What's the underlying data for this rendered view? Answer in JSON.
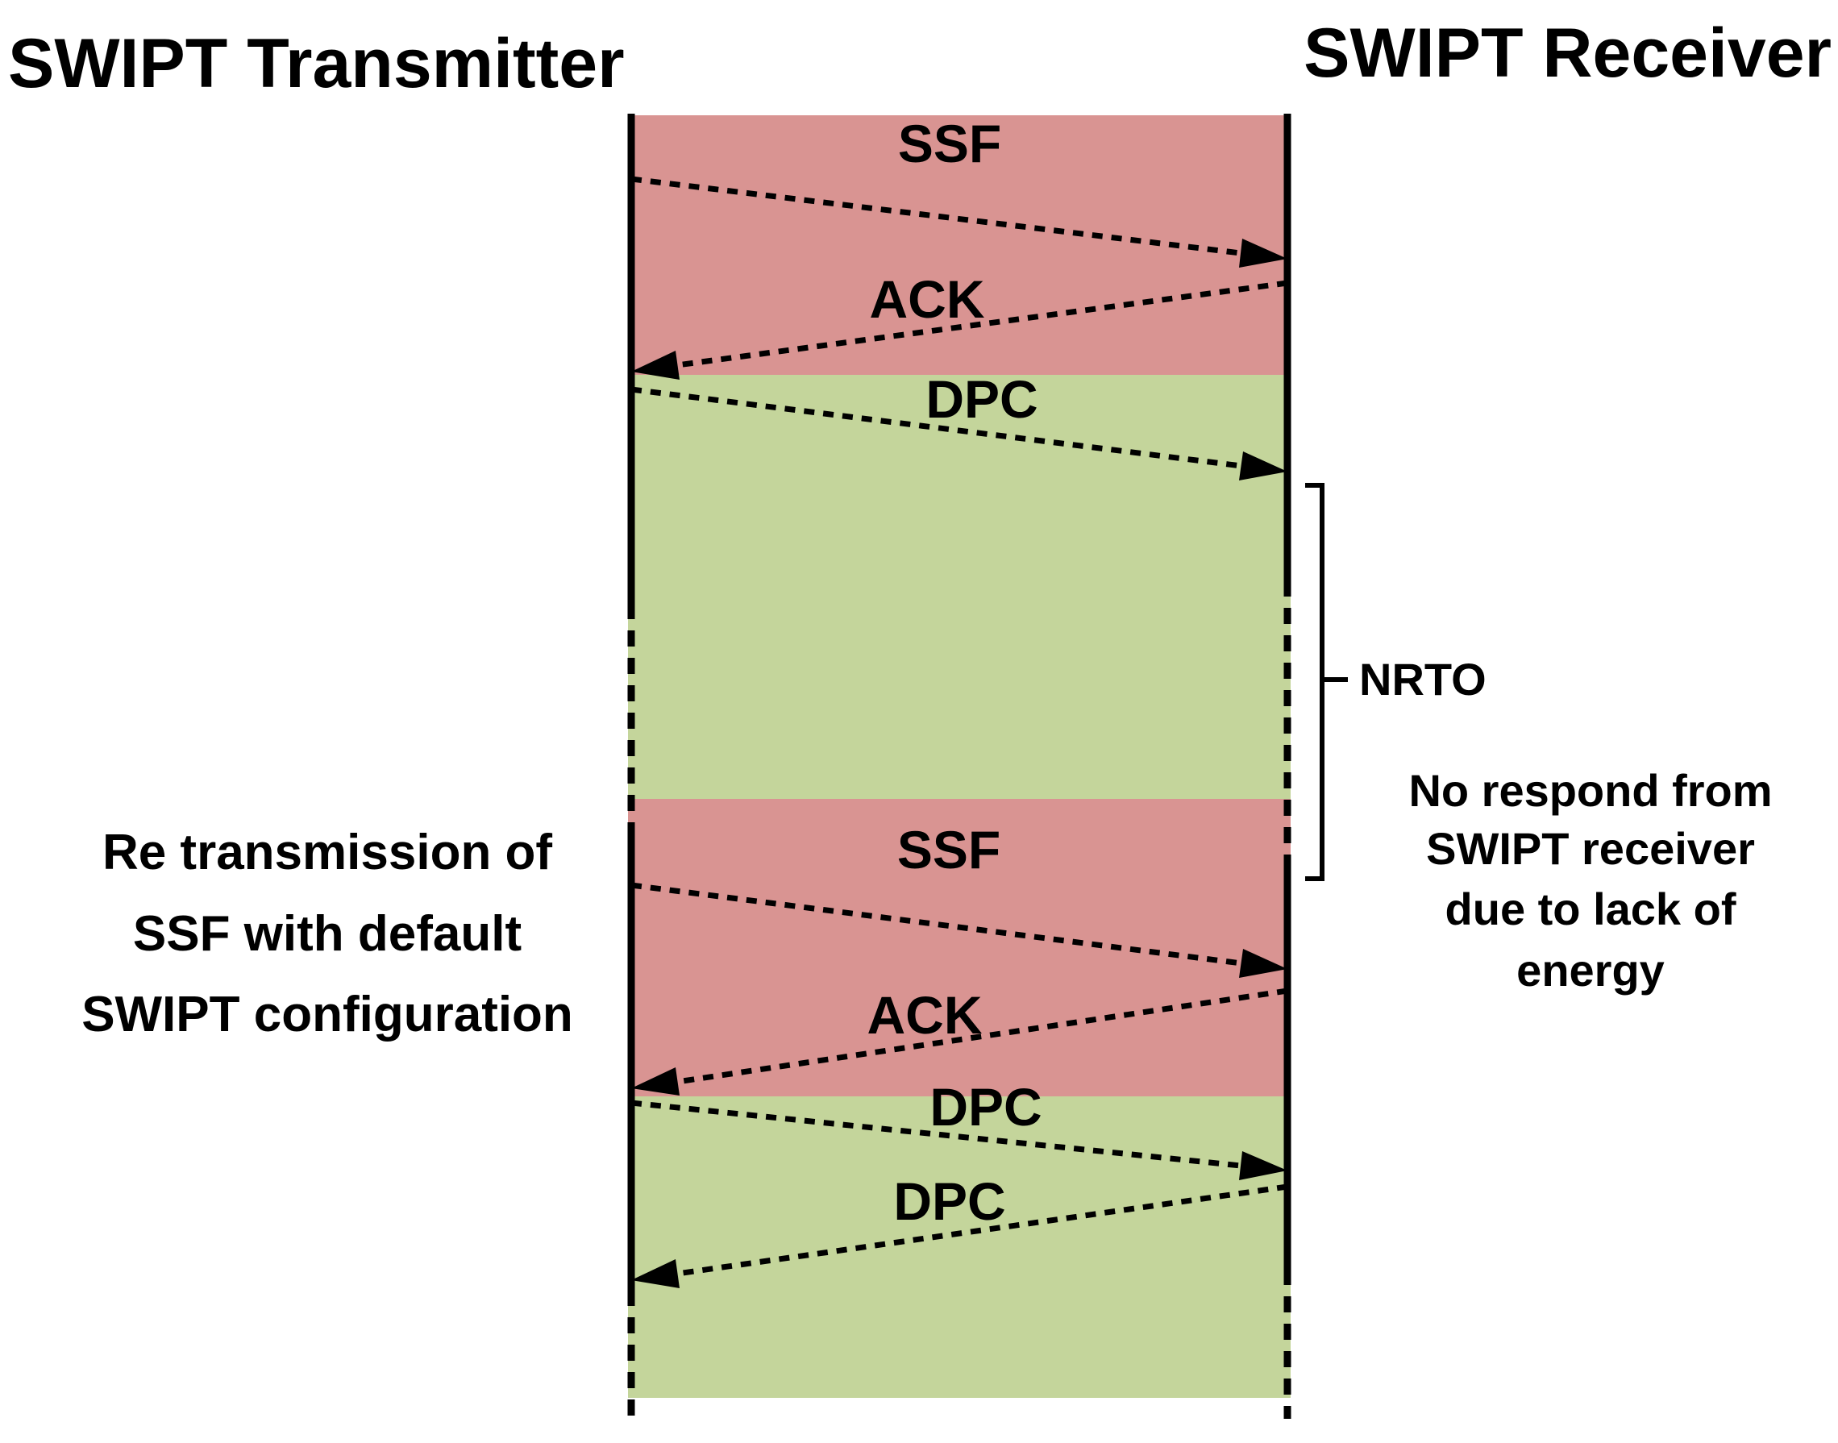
{
  "titles": {
    "transmitter": "SWIPT Transmitter",
    "receiver": "SWIPT Receiver"
  },
  "messages": [
    {
      "label": "SSF",
      "direction": "to-receiver"
    },
    {
      "label": "ACK",
      "direction": "to-transmitter"
    },
    {
      "label": "DPC",
      "direction": "to-receiver"
    },
    {
      "label": "SSF",
      "direction": "to-receiver"
    },
    {
      "label": "ACK",
      "direction": "to-transmitter"
    },
    {
      "label": "DPC",
      "direction": "to-receiver"
    },
    {
      "label": "DPC",
      "direction": "to-transmitter"
    }
  ],
  "annotations": {
    "nrto_label": "NRTO",
    "no_respond_lines": [
      "No respond from",
      "SWIPT receiver",
      "due to lack of",
      "energy"
    ],
    "retransmission_lines": [
      "Re transmission of",
      "SSF with default",
      "SWIPT configuration"
    ]
  },
  "colors": {
    "pink_band": "#D99492",
    "green_band": "#C4D59B",
    "ink": "#000000"
  }
}
